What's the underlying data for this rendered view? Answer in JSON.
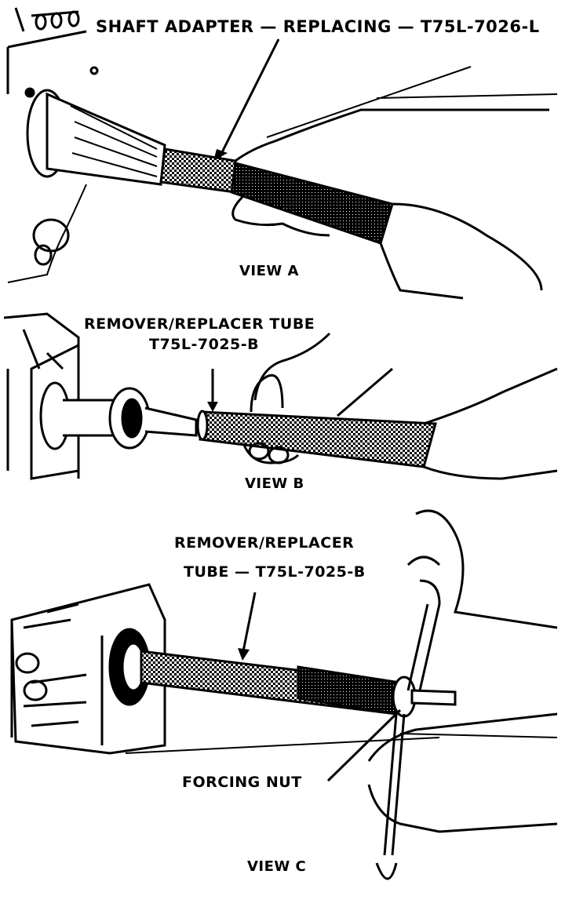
{
  "diagram": {
    "views": [
      {
        "id": "A",
        "caption": "VIEW A",
        "callouts": [
          {
            "text": "SHAFT ADAPTER — REPLACING — T75L-7026-L"
          }
        ]
      },
      {
        "id": "B",
        "caption": "VIEW B",
        "callouts": [
          {
            "line1": "REMOVER/REPLACER TUBE",
            "line2": "T75L-7025-B"
          }
        ]
      },
      {
        "id": "C",
        "caption": "VIEW C",
        "callouts": [
          {
            "line1": "REMOVER/REPLACER",
            "line2": "TUBE — T75L-7025-B"
          },
          {
            "text": "FORCING NUT"
          }
        ]
      }
    ],
    "colors": {
      "ink": "#000000",
      "paper": "#ffffff"
    }
  }
}
